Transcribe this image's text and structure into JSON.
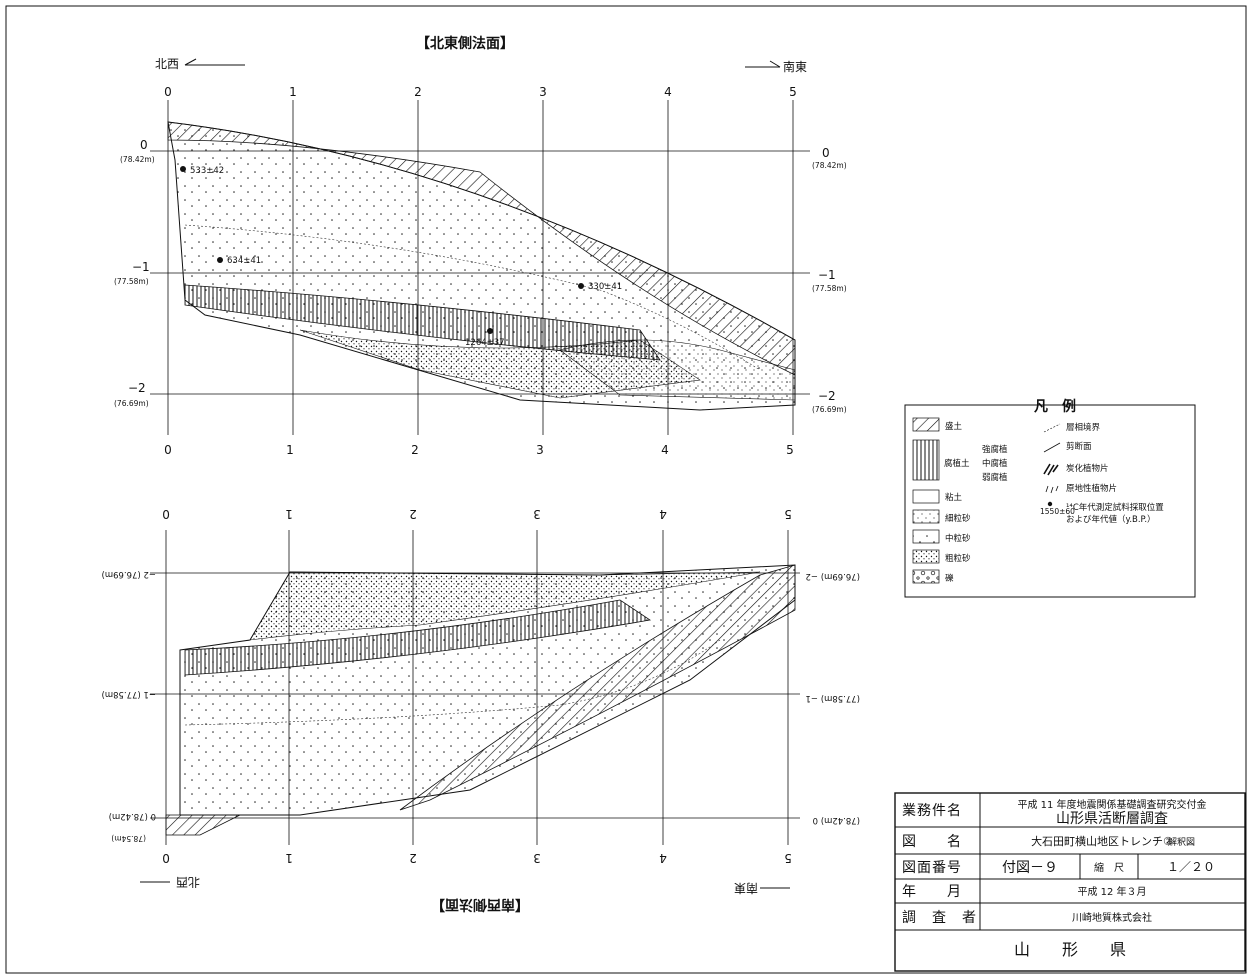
{
  "top_section": {
    "title": "【北東側法面】",
    "dir_left": "北西",
    "dir_right": "南東",
    "x_ticks": [
      "0",
      "1",
      "2",
      "3",
      "4",
      "5"
    ],
    "depth_labels": [
      {
        "value": "0",
        "elev": "(78.42m)"
      },
      {
        "value": "−1",
        "elev": "(77.58m)"
      },
      {
        "value": "−2",
        "elev": "(76.69m)"
      }
    ],
    "samples": [
      "533±42",
      "634±41",
      "330±41",
      "1264±37"
    ]
  },
  "bottom_section": {
    "title": "【南西側法面】",
    "dir_left": "北西",
    "dir_right": "南東",
    "x_ticks": [
      "0",
      "1",
      "2",
      "3",
      "4",
      "5"
    ],
    "depth_labels": [
      {
        "value": "−2",
        "elev": "(76.69m)"
      },
      {
        "value": "−1",
        "elev": "(77.58m)"
      },
      {
        "value": "0",
        "elev": "(78.42m)"
      }
    ],
    "extra_elev": "(78.54m)"
  },
  "legend": {
    "title": "凡　例",
    "left_items": {
      "fill": "盛土",
      "humus": "腐植土",
      "humus_strong": "強腐植",
      "humus_mid": "中腐植",
      "humus_weak": "弱腐植",
      "clay": "粘土",
      "fine_sand": "細粒砂",
      "medium_sand": "中粒砂",
      "coarse_sand": "粗粒砂",
      "gravel": "礫"
    },
    "right_items": {
      "facies": "層相境界",
      "shear": "剪断面",
      "charcoal": "炭化植物片",
      "in_situ": "原地性植物片",
      "c14_line1": "¹⁴C年代測定試料採取位置",
      "c14_line2": "および年代値（y.B.P.）",
      "c14_sample": "1550±60"
    }
  },
  "title_block": {
    "project_label": "業務件名",
    "project_sub": "平成 11 年度地震関係基礎調査研究交付金",
    "project_main": "山形県活断層調査",
    "fig_name_label": "図　　名",
    "fig_name": "大石田町横山地区トレンチ②",
    "fig_name_sub": "解釈図",
    "fig_no_label": "図面番号",
    "fig_no": "付図－９",
    "scale_label": "縮　尺",
    "scale": "１／２０",
    "date_label": "年　　月",
    "date": "平成 12 年３月",
    "surveyor_label": "調　査　者",
    "surveyor": "川崎地質株式会社",
    "client": "山　　形　　県"
  }
}
